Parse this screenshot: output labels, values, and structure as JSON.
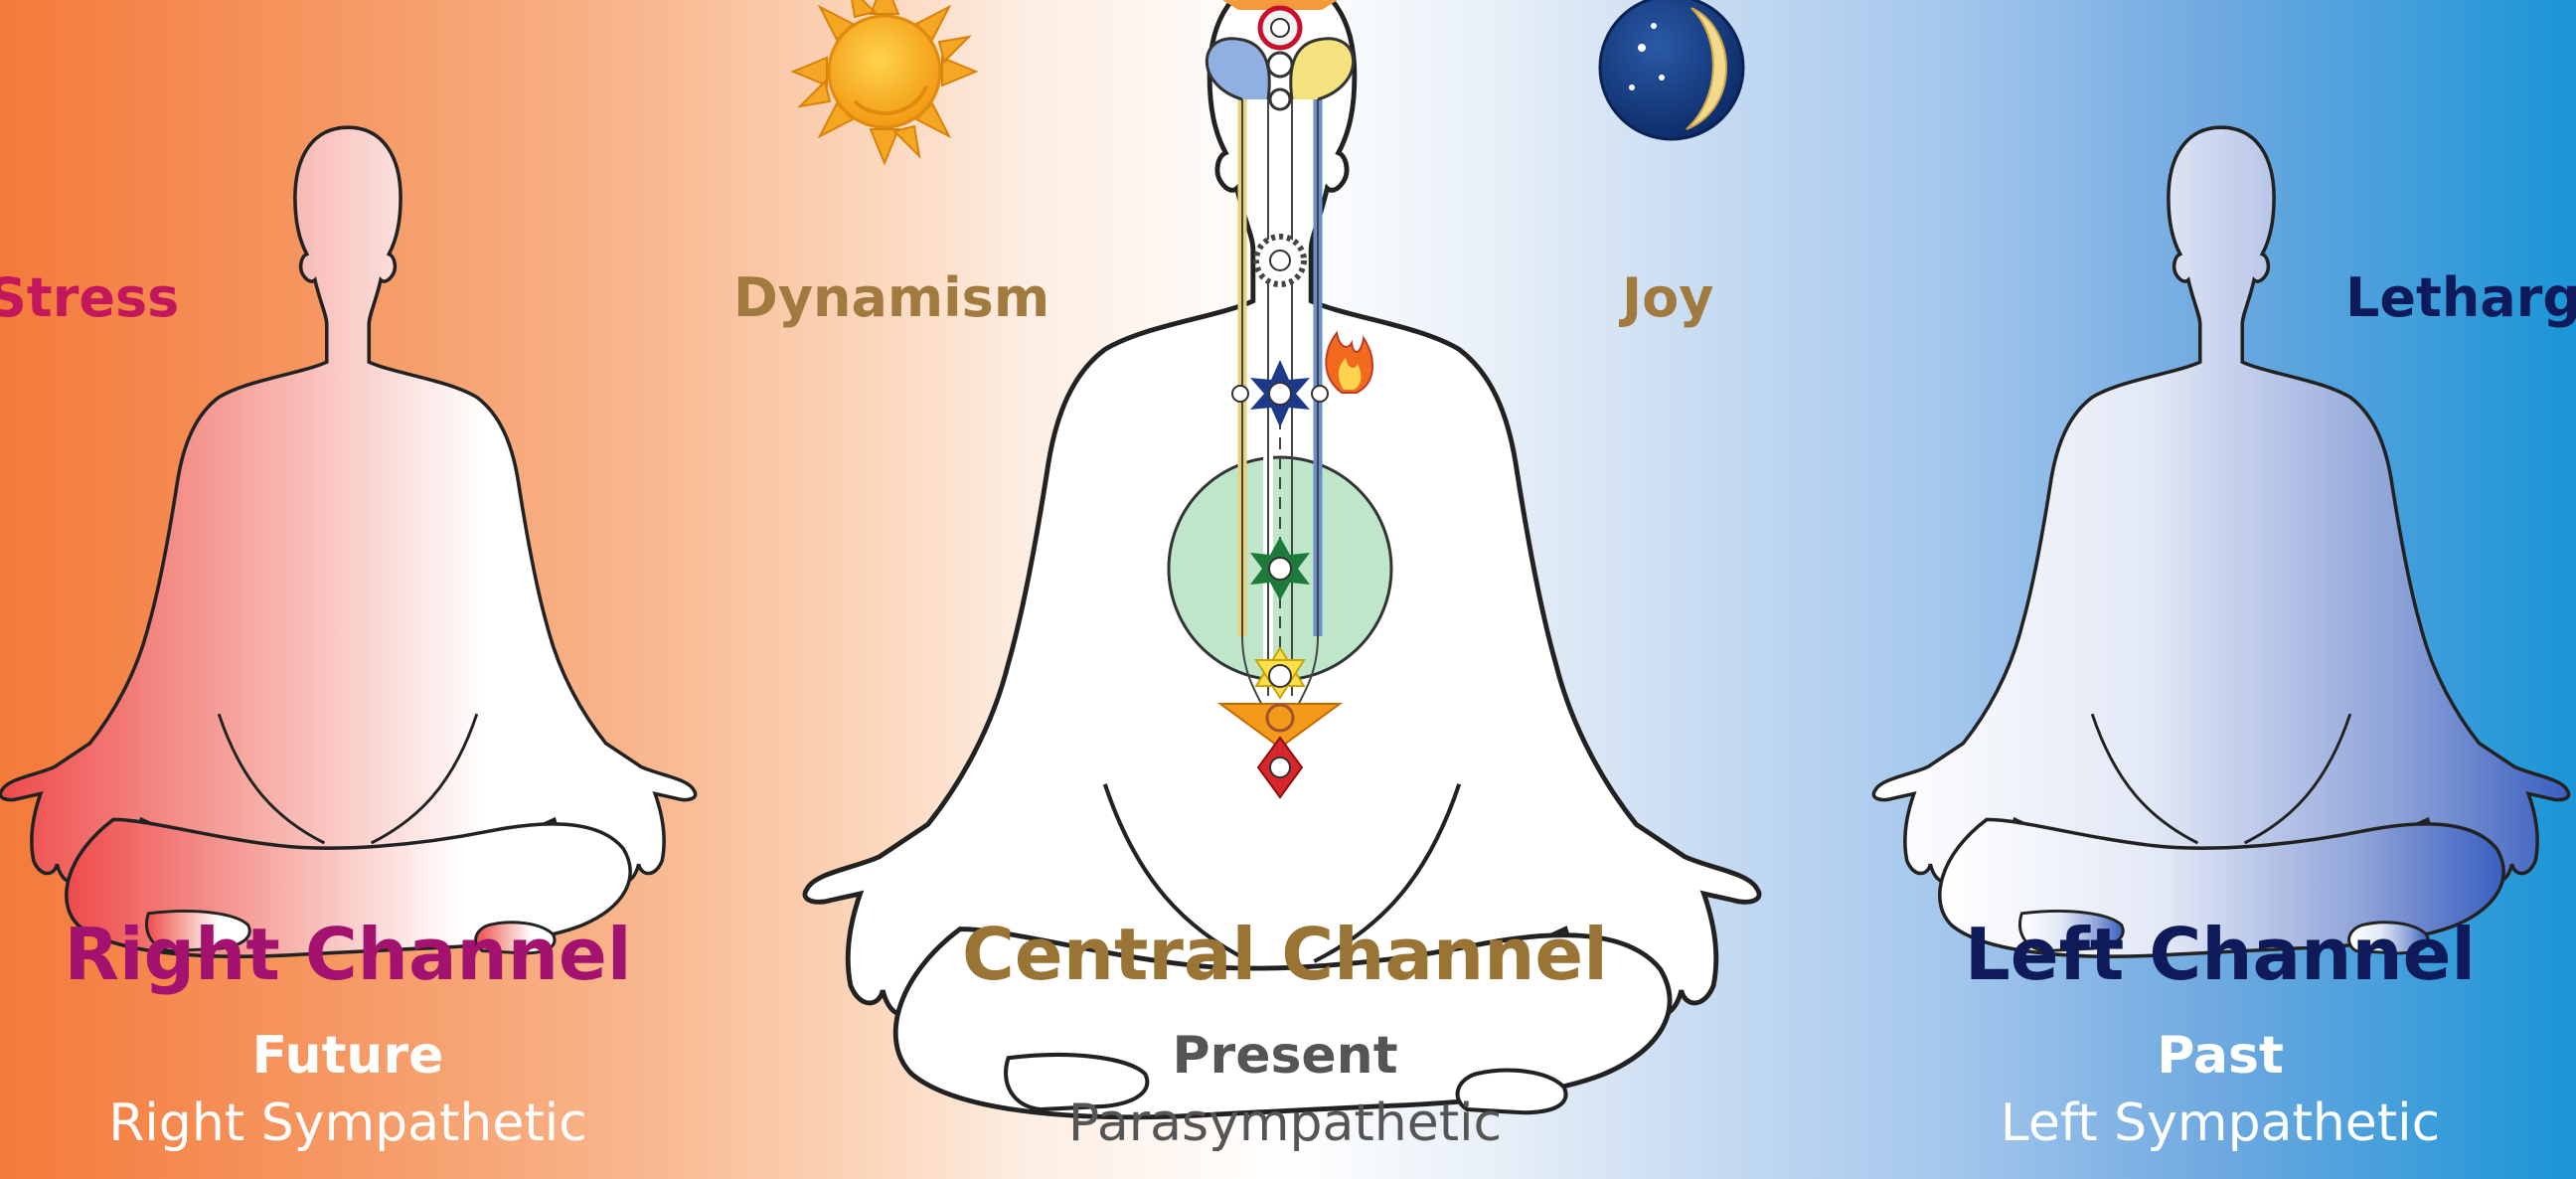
{
  "qualities": {
    "stress": "Stress",
    "dynamism": "Dynamism",
    "joy": "Joy",
    "lethargy": "Lethargy"
  },
  "channels": {
    "right": {
      "title": "Right Channel",
      "time": "Future",
      "system": "Right Sympathetic"
    },
    "central": {
      "title": "Central Channel",
      "time": "Present",
      "system": "Parasympathetic"
    },
    "left": {
      "title": "Left Channel",
      "time": "Past",
      "system": "Left Sympathetic"
    }
  },
  "colors": {
    "stress": "#c2185b",
    "right_title": "#a3126e",
    "central_title": "#9a7434",
    "dynamism": "#a07a3f",
    "joy": "#a07a3f",
    "left_title": "#0f1a5a",
    "lethargy": "#0f1a5a",
    "present": "#555555",
    "parasympathetic": "#555555",
    "light_text": "#ffffff"
  },
  "icons": {
    "sun": "sun-icon",
    "moon": "crescent-moon-icon",
    "flame": "flame-icon"
  }
}
